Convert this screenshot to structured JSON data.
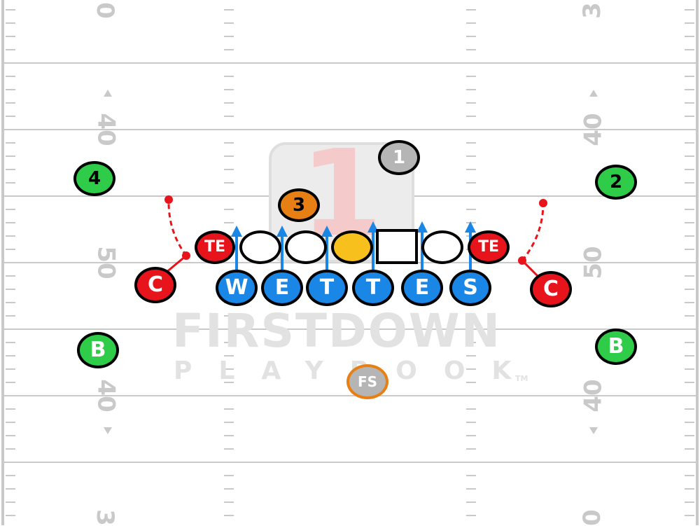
{
  "field": {
    "yard_markers": {
      "top_left": "0",
      "top_right": "3",
      "upper_left": "40",
      "upper_right": "40",
      "mid_left": "50",
      "mid_right": "50",
      "lower_left": "40",
      "lower_right": "40",
      "bottom_left": "3",
      "bottom_right": "0"
    }
  },
  "watermark": {
    "logo_numeral": "1",
    "line1": "FIRSTDOWN",
    "line2": "PLAYBOOK",
    "trademark": "TM"
  },
  "offense": {
    "linemen": [
      {
        "id": "ol-1",
        "shape": "oval",
        "fill": "#ffffff"
      },
      {
        "id": "ol-2",
        "shape": "oval",
        "fill": "#ffffff"
      },
      {
        "id": "qb-center",
        "shape": "oval",
        "fill": "#f7c01c"
      },
      {
        "id": "center-square",
        "shape": "square",
        "fill": "#ffffff"
      },
      {
        "id": "ol-4",
        "shape": "oval",
        "fill": "#ffffff"
      }
    ],
    "tight_ends": [
      {
        "id": "te-left",
        "label": "TE",
        "fill": "#e8141b"
      },
      {
        "id": "te-right",
        "label": "TE",
        "fill": "#e8141b"
      }
    ]
  },
  "defense": {
    "front": [
      {
        "id": "def-w",
        "label": "W",
        "fill": "#1a87e6"
      },
      {
        "id": "def-e1",
        "label": "E",
        "fill": "#1a87e6"
      },
      {
        "id": "def-t1",
        "label": "T",
        "fill": "#1a87e6"
      },
      {
        "id": "def-t2",
        "label": "T",
        "fill": "#1a87e6"
      },
      {
        "id": "def-e2",
        "label": "E",
        "fill": "#1a87e6"
      },
      {
        "id": "def-s",
        "label": "S",
        "fill": "#1a87e6"
      }
    ],
    "corners": [
      {
        "id": "corner-left",
        "label": "C",
        "fill": "#e8141b"
      },
      {
        "id": "corner-right",
        "label": "C",
        "fill": "#e8141b"
      }
    ],
    "backs": [
      {
        "id": "back-left",
        "label": "B",
        "fill": "#2ecc48"
      },
      {
        "id": "back-right",
        "label": "B",
        "fill": "#2ecc48"
      }
    ],
    "free_safety": {
      "label": "FS",
      "fill": "#b5b5b5",
      "border": "#e87f14"
    }
  },
  "receivers": [
    {
      "id": "rec-1",
      "label": "1",
      "fill": "#b5b5b5",
      "text": "#ffffff"
    },
    {
      "id": "rec-2",
      "label": "2",
      "fill": "#2ecc48",
      "text": "#000000"
    },
    {
      "id": "rec-3",
      "label": "3",
      "fill": "#e87f14",
      "text": "#000000"
    },
    {
      "id": "rec-4",
      "label": "4",
      "fill": "#2ecc48",
      "text": "#000000"
    }
  ],
  "colors": {
    "line": "#c9c9c9",
    "rush_arrow": "#1a87e6",
    "route": "#e8141b"
  }
}
